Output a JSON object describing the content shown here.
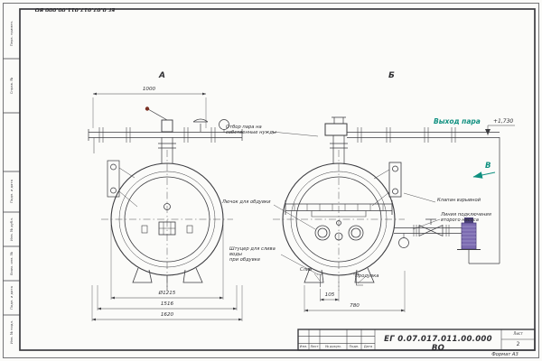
{
  "sheet": {
    "doc_number": "ЕГ 0.07.017.011.00.000  ВО",
    "doc_number_rotated": "ЕГ 0.07.017.011.00.000 ВО",
    "format_label": "Формат А3",
    "sheet_label": "Лист",
    "sheet_number": "2",
    "titleblock_headers": [
      "Изм.",
      "Лист",
      "№ докум.",
      "Подп.",
      "Дата"
    ],
    "margin_labels": [
      "Перв. примен.",
      "Справ. №",
      "Подп. и дата",
      "Инв. № дубл.",
      "Взам. инв. №",
      "Подп. и дата",
      "Инв. № подл."
    ]
  },
  "views": {
    "a": "А",
    "b": "Б",
    "v": "В"
  },
  "labels": {
    "steam_outlet": "Выход пара",
    "level_mark": "+1,730",
    "steam_extraction": "Отбор пара на\nсобственные нужды",
    "explosion_valve": "Клапан взрывной",
    "second_pump_line": "Линия подключения\nвторого насоса",
    "blow_hatch": "Лючок для обдувки",
    "drain_fitting": "Штуцер для слива воды\nпри обдувке",
    "drain": "Слив",
    "blowdown": "Продувка"
  },
  "dimensions": {
    "top_width": "1000",
    "diameter": "Ø1215",
    "mid_width": "1516",
    "overall_width": "1620",
    "offset_105": "105",
    "width_780": "780"
  },
  "colors": {
    "accent_teal": "#0f9080",
    "pump_purple": "#7b6ab0",
    "line": "#3c3c40"
  }
}
